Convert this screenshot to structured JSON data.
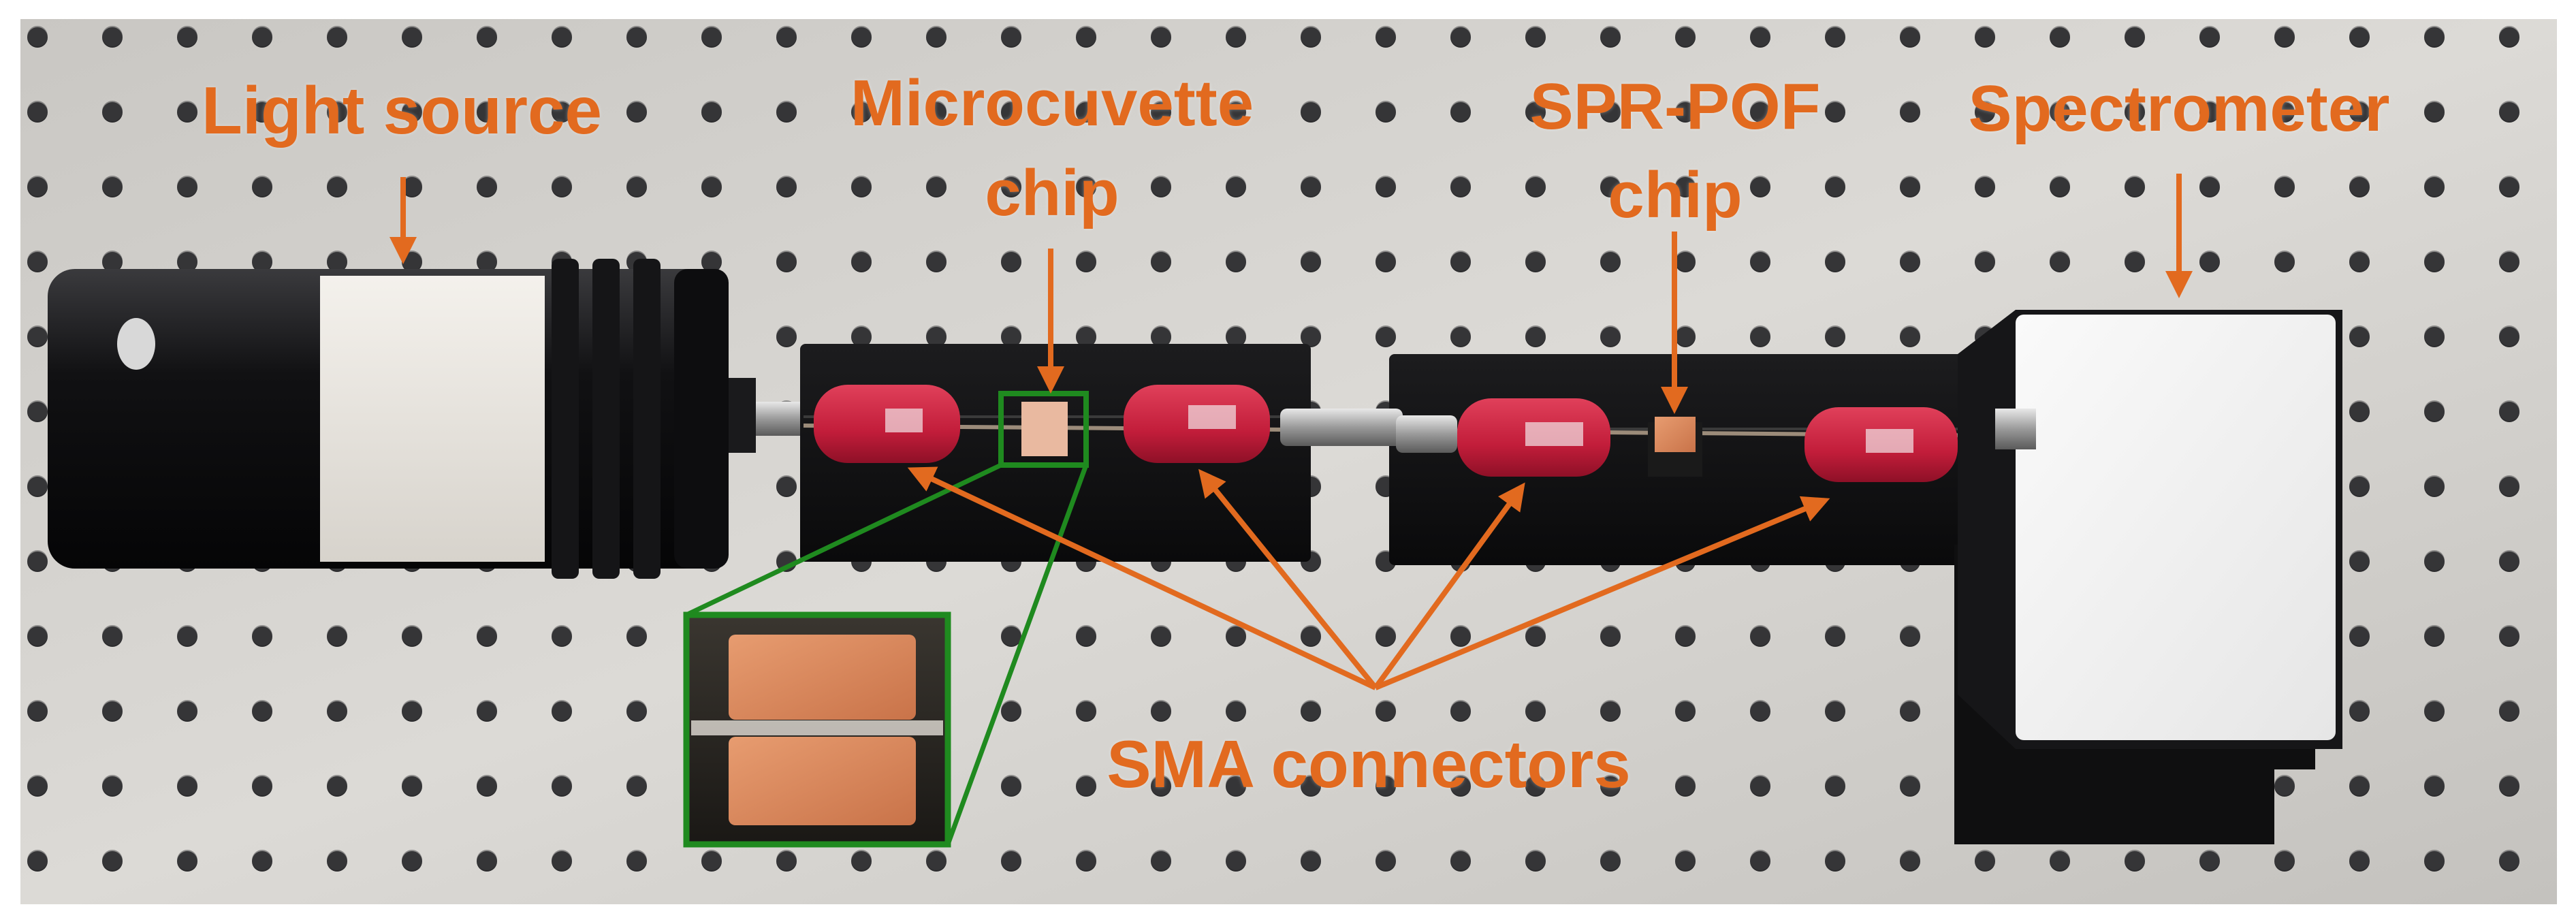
{
  "labels": {
    "light_source": "Light source",
    "microcuvette_line1": "Microcuvette",
    "microcuvette_line2": "chip",
    "spr_pof_line1": "SPR-POF",
    "spr_pof_line2": "chip",
    "spectrometer": "Spectrometer",
    "sma_connectors": "SMA connectors"
  },
  "colors": {
    "annotation": "#e26a1f",
    "inset_frame": "#1f8a1f",
    "connector": "#c8233f",
    "chip": "#d9845a"
  }
}
